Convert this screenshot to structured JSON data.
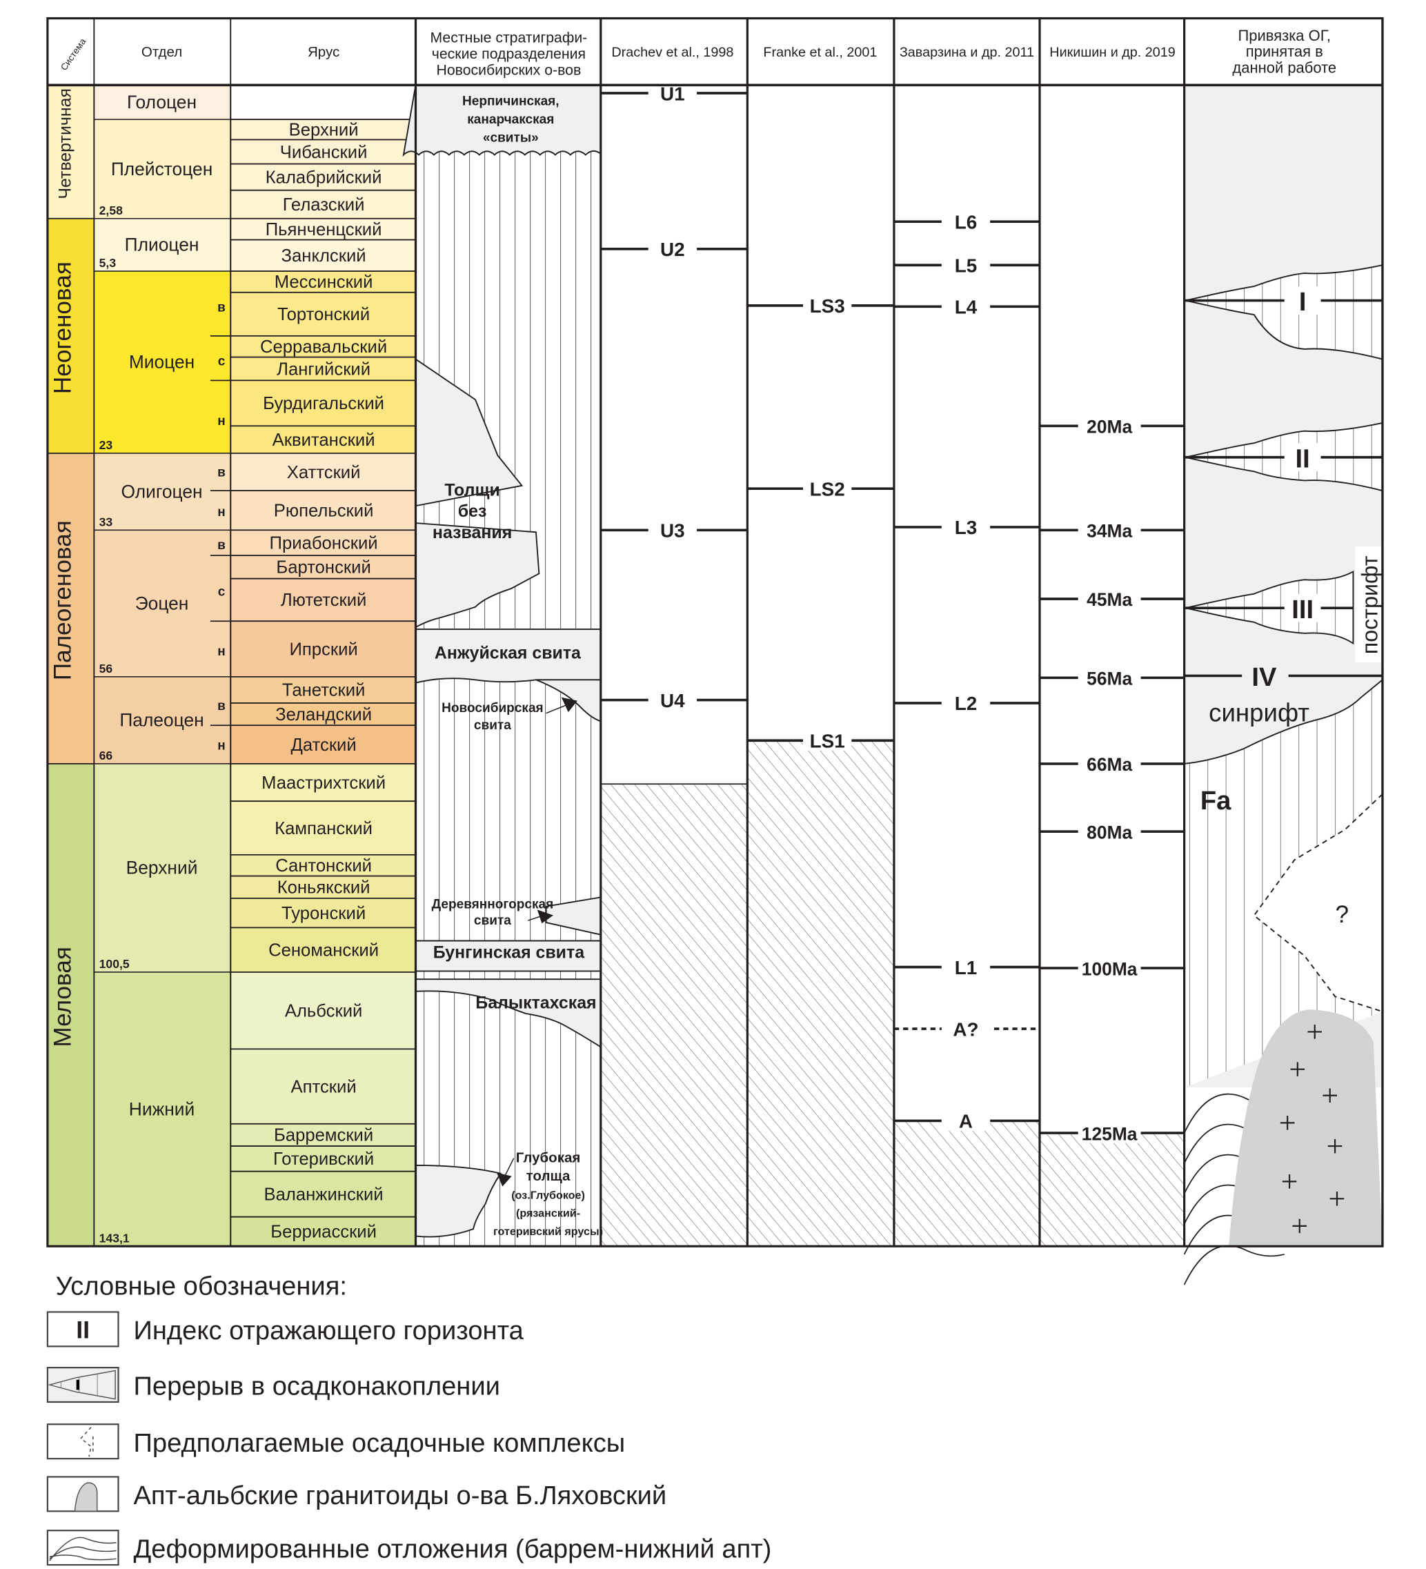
{
  "header": {
    "system": "Система",
    "series": "Отдел",
    "stage": "Ярус",
    "local": [
      "Местные стратиграфи-",
      "ческие подразделения",
      "Новосибирских о-вов"
    ],
    "drachev": "Drachev et al., 1998",
    "franke": "Franke et al., 2001",
    "zavarzina": "Заварзина и др. 2011",
    "nikishin": "Никишин и др. 2019",
    "this_work": [
      "Привязка ОГ,",
      "принятая в",
      "данной работе"
    ]
  },
  "systems": [
    {
      "name": "Четвертичная",
      "color": "#fdf3c4"
    },
    {
      "name": "Неогеновая",
      "color": "#f9df32"
    },
    {
      "name": "Палеогеновая",
      "color": "#f3c48c"
    },
    {
      "name": "Меловая",
      "color": "#c9da8a"
    }
  ],
  "series": [
    {
      "name": "Голоцен",
      "age": "",
      "color": "#fdf0e0"
    },
    {
      "name": "Плейстоцен",
      "age": "2,58",
      "color": "#fdf2c6"
    },
    {
      "name": "Плиоцен",
      "age": "5,3",
      "color": "#fdf5d8"
    },
    {
      "name": "Миоцен",
      "age": "23",
      "color": "#fbe72c"
    },
    {
      "name": "Олигоцен",
      "age": "33",
      "color": "#f9e0bc"
    },
    {
      "name": "Эоцен",
      "age": "56",
      "color": "#f7d6b0"
    },
    {
      "name": "Палеоцен",
      "age": "66",
      "color": "#f5cfa4"
    },
    {
      "name": "Верхний",
      "age": "100,5",
      "color": "#e4eab0"
    },
    {
      "name": "Нижний",
      "age": "143,1",
      "color": "#d7e49c"
    }
  ],
  "subdivisions": [
    "в",
    "с",
    "н",
    "в",
    "н",
    "в",
    "с",
    "н",
    "в",
    "н"
  ],
  "stages": [
    {
      "name": "",
      "color": "#ffffff"
    },
    {
      "name": "Верхний",
      "color": "#fdf3d2"
    },
    {
      "name": "Чибанский",
      "color": "#fdf3d2"
    },
    {
      "name": "Калабрийский",
      "color": "#fdf3d2"
    },
    {
      "name": "Гелазский",
      "color": "#fdf3d2"
    },
    {
      "name": "Пьянченцский",
      "color": "#fff6da"
    },
    {
      "name": "Занклский",
      "color": "#fff6da"
    },
    {
      "name": "Мессинский",
      "color": "#fbe98c"
    },
    {
      "name": "Тортонский",
      "color": "#fbe98c"
    },
    {
      "name": "Серравальский",
      "color": "#fbe98c"
    },
    {
      "name": "Лангийский",
      "color": "#fbe98c"
    },
    {
      "name": "Бурдигальский",
      "color": "#fbe680"
    },
    {
      "name": "Аквитанский",
      "color": "#fbe680"
    },
    {
      "name": "Хаттский",
      "color": "#fde8cc"
    },
    {
      "name": "Рюпельский",
      "color": "#fce2c0"
    },
    {
      "name": "Приабонский",
      "color": "#fadcb8"
    },
    {
      "name": "Бартонский",
      "color": "#f9d6b0"
    },
    {
      "name": "Лютетский",
      "color": "#f8d0a8"
    },
    {
      "name": "Ипрский",
      "color": "#f6c89c"
    },
    {
      "name": "Танетский",
      "color": "#f6cf98"
    },
    {
      "name": "Зеландский",
      "color": "#f5c88c"
    },
    {
      "name": "Датский",
      "color": "#f4c088"
    },
    {
      "name": "Маастрихтский",
      "color": "#f6f1b4"
    },
    {
      "name": "Кампанский",
      "color": "#f4efac"
    },
    {
      "name": "Сантонский",
      "color": "#f2eda6"
    },
    {
      "name": "Коньякский",
      "color": "#f0eba0"
    },
    {
      "name": "Туронский",
      "color": "#eeea9a"
    },
    {
      "name": "Сеноманский",
      "color": "#ebe896"
    },
    {
      "name": "Альбский",
      "color": "#eef2c8"
    },
    {
      "name": "Аптский",
      "color": "#e9efbe"
    },
    {
      "name": "Барремский",
      "color": "#e4ecb4"
    },
    {
      "name": "Готеривский",
      "color": "#dfe9aa"
    },
    {
      "name": "Валанжинский",
      "color": "#dae6a2"
    },
    {
      "name": "Берриасский",
      "color": "#d5e39a"
    }
  ],
  "local_units": {
    "nerpichinskaya": [
      "Нерпичинская,",
      "канарчакская",
      "«свиты»"
    ],
    "unnamed": [
      "Толщи",
      "без",
      "названия"
    ],
    "anzhuyskaya": "Анжуйская свита",
    "novosibirskaya": [
      "Новосибирская",
      "свита"
    ],
    "derevyannogorskaya": [
      "Деревянногорская",
      "свита"
    ],
    "bunginskaya": "Бунгинская свита",
    "balyktakhskaya": "Балыктахская",
    "glubokaya": [
      "Глубокая",
      "толща",
      "(оз.Глубокое)",
      "(рязанский-",
      "готеривский ярусы)"
    ]
  },
  "drachev_horizons": [
    "U1",
    "U2",
    "U3",
    "U4"
  ],
  "franke_horizons": [
    "LS3",
    "LS2",
    "LS1"
  ],
  "zavarzina_horizons": [
    "L6",
    "L5",
    "L4",
    "L3",
    "L2",
    "L1",
    "A?",
    "A"
  ],
  "nikishin_horizons": [
    "20Ma",
    "34Ma",
    "45Ma",
    "56Ma",
    "66Ma",
    "80Ma",
    "100Ma",
    "125Ma"
  ],
  "this_work": {
    "horizons": [
      "I",
      "II",
      "III",
      "IV"
    ],
    "synrift": "синрифт",
    "postrift": "пострифт",
    "fa": "Fa",
    "question": "?"
  },
  "legend": {
    "title": "Условные обозначения:",
    "items": [
      {
        "icon": "horizon-index-icon",
        "label": "Индекс отражающего горизонта"
      },
      {
        "icon": "hiatus-icon",
        "label": "Перерыв в осадконакоплении"
      },
      {
        "icon": "assumed-complex-icon",
        "label": "Предполагаемые осадочные комплексы"
      },
      {
        "icon": "granitoid-icon",
        "label": "Апт-альбские гранитоиды о-ва Б.Ляховский"
      },
      {
        "icon": "deformed-deposits-icon",
        "label": "Деформированные отложения (баррем-нижний апт)"
      }
    ],
    "index_sample": "II"
  },
  "colors": {
    "gap_gray": "#eef0f2",
    "granite_gray": "#d2d3d4",
    "line": "#231f20"
  }
}
